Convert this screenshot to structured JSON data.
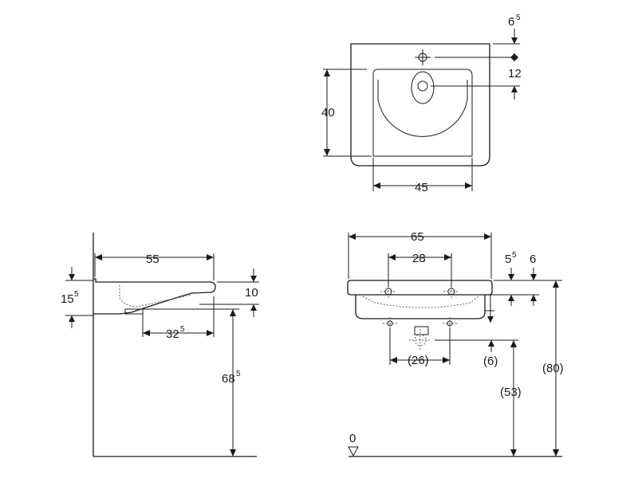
{
  "dimensions": {
    "top_overhang_6": "6",
    "top_overhang_sup": "5",
    "top_tap_12": "12",
    "top_depth_40": "40",
    "top_width_45": "45",
    "side_depth_55": "55",
    "side_height_15": "15",
    "side_height_15_sup": "5",
    "side_bowl_10": "10",
    "side_waste_32": "32",
    "side_waste_32_sup": "5",
    "side_height_68": "68",
    "side_height_68_sup": "5",
    "front_width_65": "65",
    "front_holes_28": "28",
    "front_rim_5": "5",
    "front_rim_5_sup": "5",
    "front_rim_6": "6",
    "front_holes_26": "(26)",
    "front_bracket_6": "(6)",
    "front_height_53": "(53)",
    "front_height_80": "(80)",
    "floor_zero": "0"
  }
}
